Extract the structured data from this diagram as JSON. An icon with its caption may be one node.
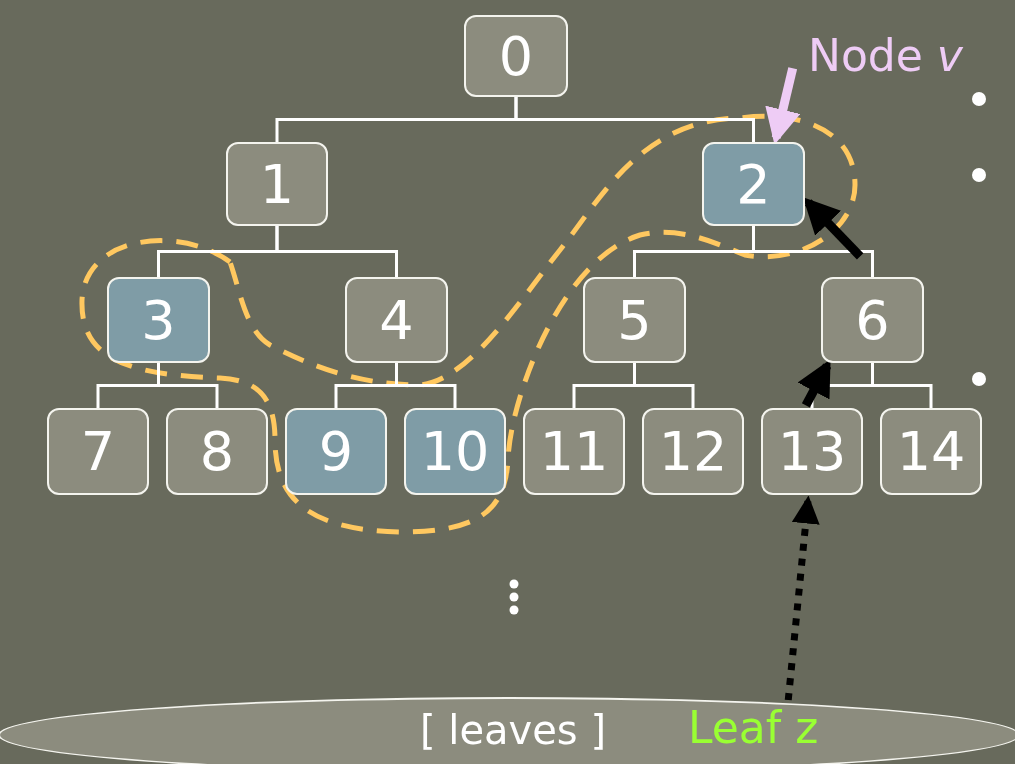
{
  "diagram": {
    "nodes": [
      {
        "text": [
          "0"
        ]
      },
      {
        "text": [
          "1"
        ]
      },
      {
        "text": [
          "2"
        ]
      },
      {
        "text": [
          "3"
        ]
      },
      {
        "text": [
          "4"
        ]
      },
      {
        "text": [
          "5"
        ]
      },
      {
        "text": [
          "6"
        ]
      },
      {
        "text": [
          "7"
        ]
      },
      {
        "text": [
          "8"
        ]
      },
      {
        "text": [
          "9"
        ]
      },
      {
        "text": [
          "10"
        ]
      },
      {
        "text": [
          "11"
        ]
      },
      {
        "text": [
          "12"
        ]
      },
      {
        "text": [
          "13"
        ]
      },
      {
        "text": [
          "14"
        ]
      },
      {
        "text": [
          "[ leaves ]"
        ]
      },
      {
        "text": [
          "Leaf z"
        ],
        "in": 15
      },
      {
        "text": [
          "Node *v*"
        ]
      }
    ],
    "edges": [
      {
        "from": 0,
        "to": 1,
        "arrow": "none"
      },
      {
        "from": 0,
        "to": 2,
        "arrow": "none"
      },
      {
        "from": 1,
        "to": 3,
        "arrow": "none"
      },
      {
        "from": 1,
        "to": 4,
        "arrow": "none"
      },
      {
        "from": 2,
        "to": 5,
        "arrow": "none"
      },
      {
        "from": 2,
        "to": 6,
        "arrow": "none"
      },
      {
        "from": 3,
        "to": 7,
        "arrow": "none"
      },
      {
        "from": 3,
        "to": 8,
        "arrow": "none"
      },
      {
        "from": 4,
        "to": 9,
        "arrow": "none"
      },
      {
        "from": 4,
        "to": 10,
        "arrow": "none"
      },
      {
        "from": 5,
        "to": 11,
        "arrow": "none"
      },
      {
        "from": 5,
        "to": 12,
        "arrow": "none"
      },
      {
        "from": 6,
        "to": 13,
        "arrow": "none"
      },
      {
        "from": 6,
        "to": 14,
        "arrow": "none"
      },
      {
        "from": 17,
        "to": 2,
        "arrow": "to",
        "style": "thick",
        "color": "#eeccf5"
      },
      {
        "from": 6,
        "to": 2,
        "arrow": "to",
        "style": "thick",
        "color": "#000000"
      },
      {
        "from": 13,
        "to": 6,
        "arrow": "to",
        "style": "thick",
        "color": "#000000"
      },
      {
        "from": 16,
        "to": 13,
        "arrow": "to",
        "style": "dashed",
        "color": "#000000"
      }
    ]
  }
}
